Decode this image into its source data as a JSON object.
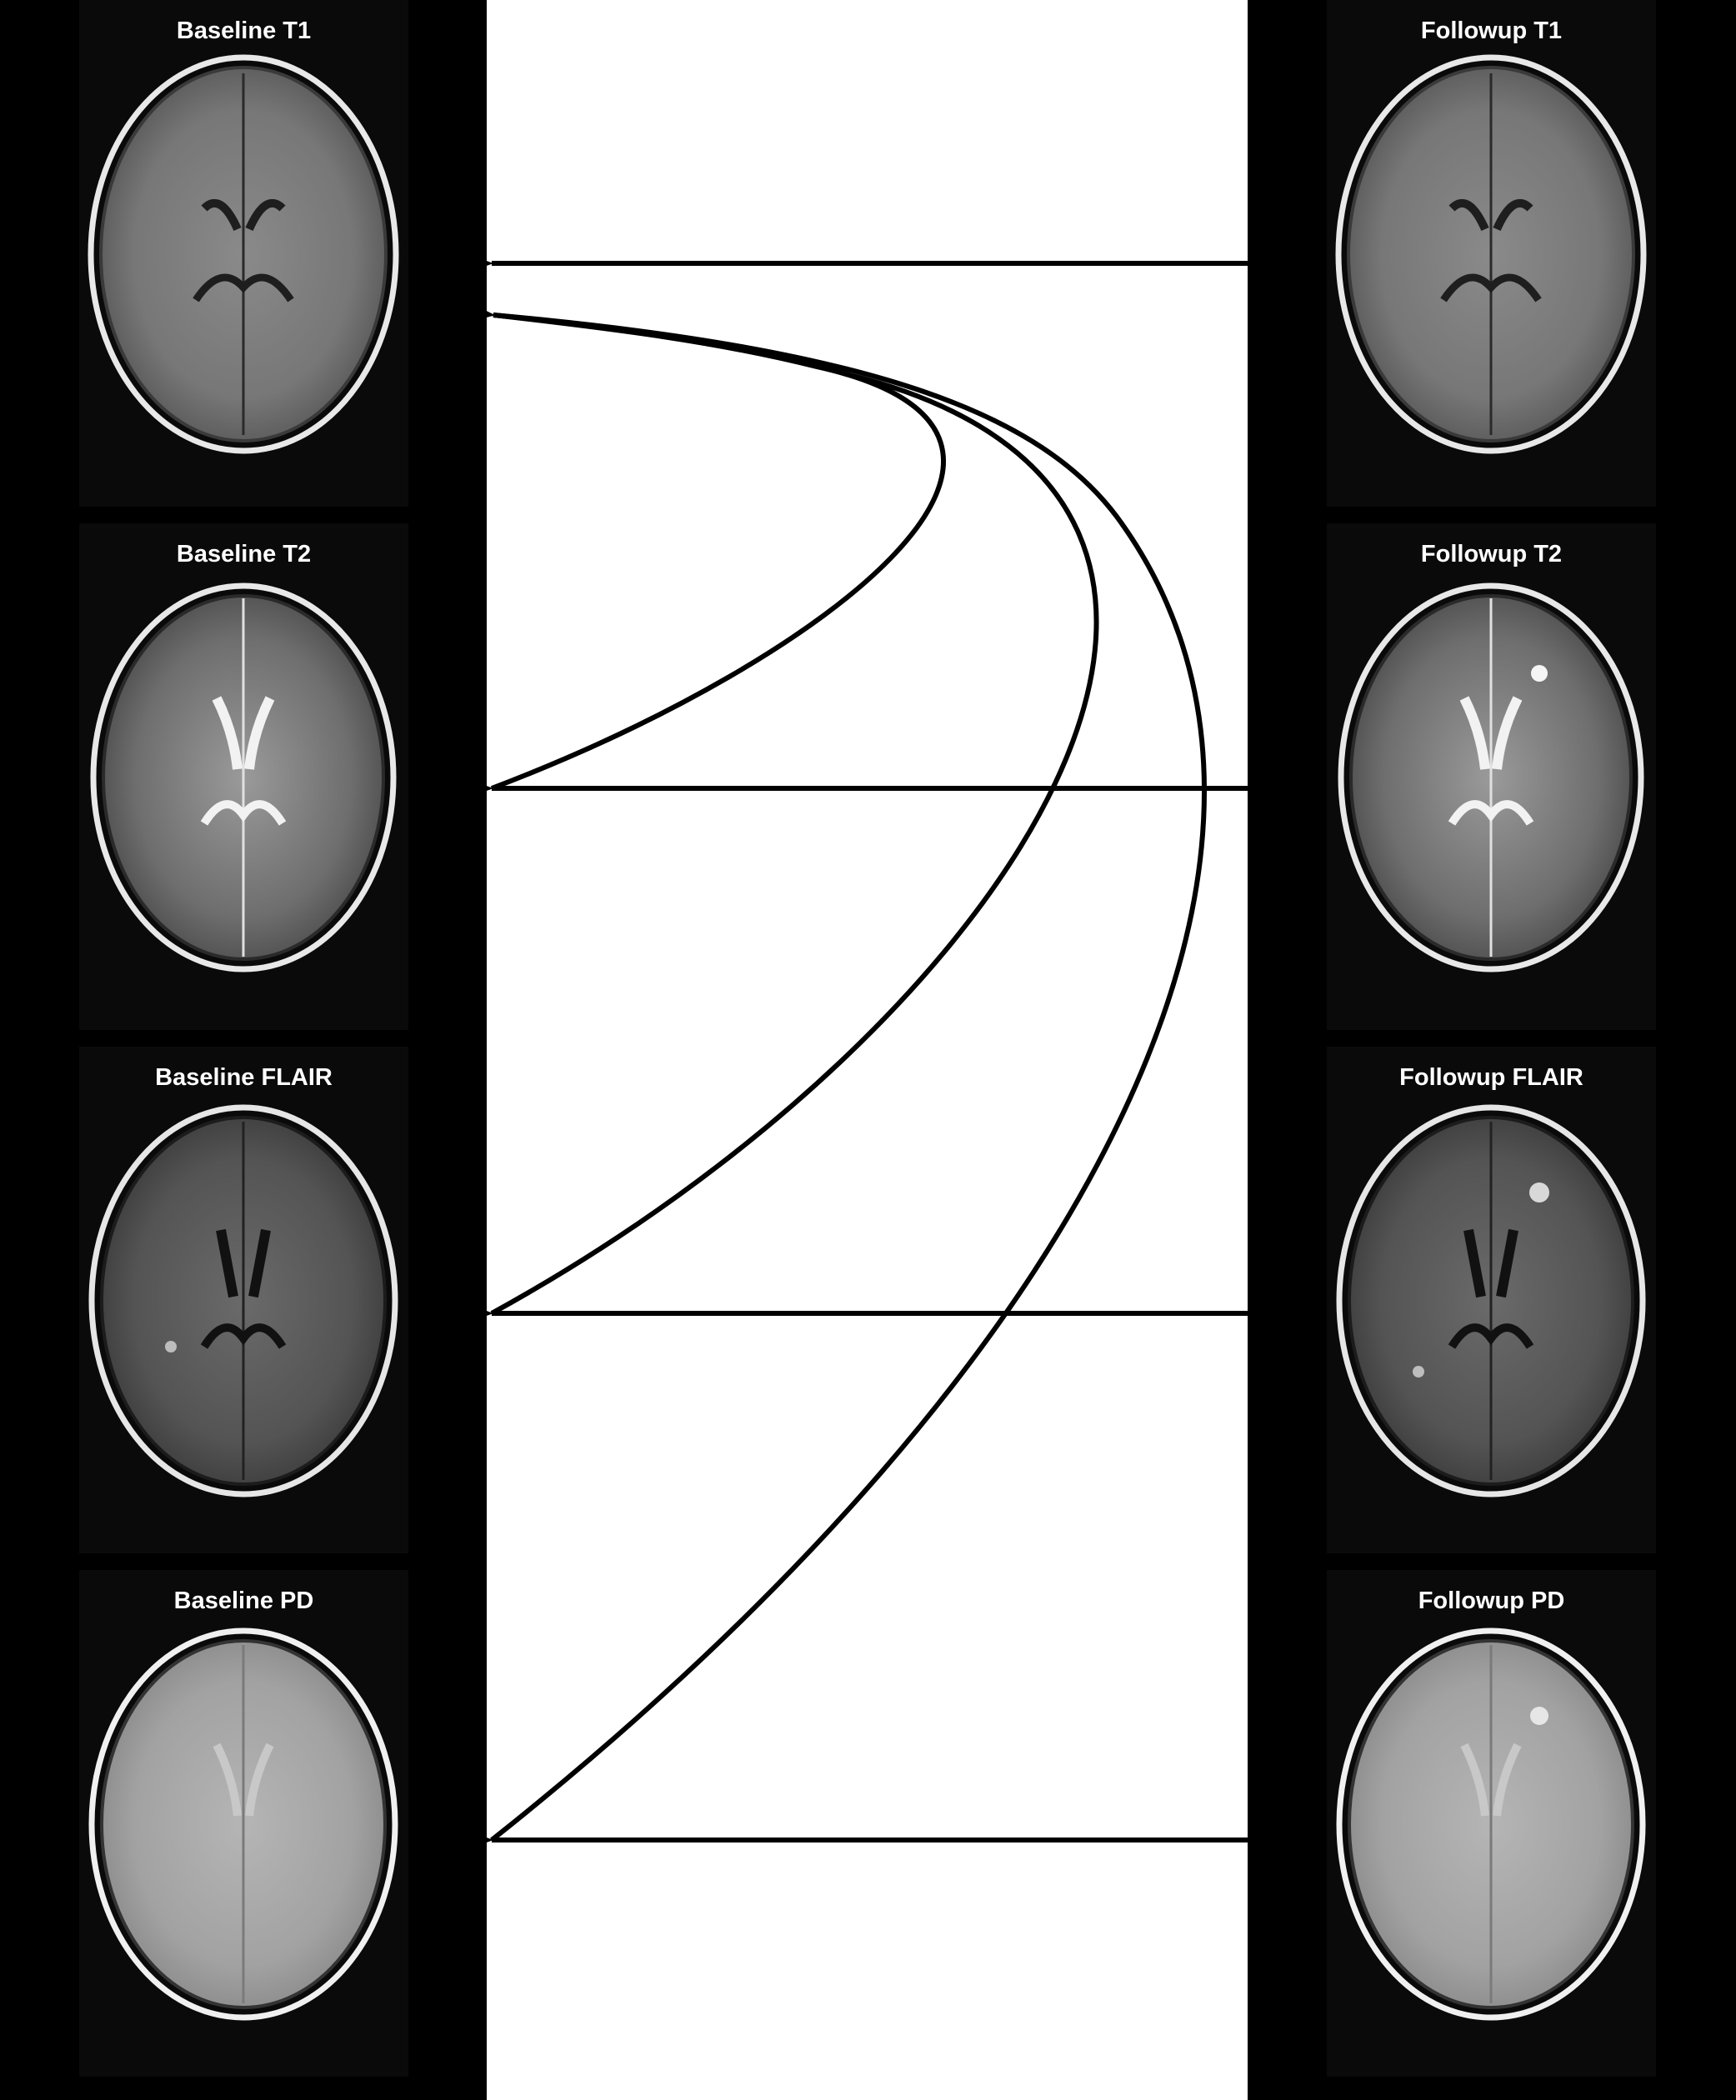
{
  "baseline": {
    "t1": "Baseline T1",
    "t2": "Baseline T2",
    "flair": "Baseline FLAIR",
    "pd": "Baseline PD"
  },
  "followup": {
    "t1": "Followup T1",
    "t2": "Followup T2",
    "flair": "Followup FLAIR",
    "pd": "Followup PD"
  },
  "colors": {
    "background": "#ffffff",
    "panel": "#000000",
    "arrow": "#000000",
    "label": "#ffffff"
  }
}
